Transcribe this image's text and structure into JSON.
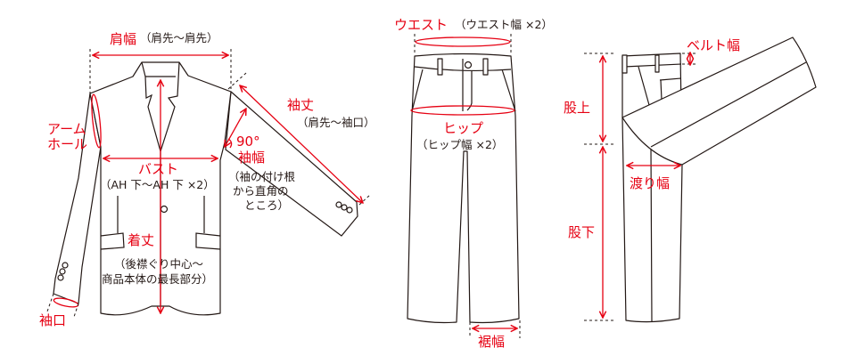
{
  "colors": {
    "measure": "#e60012",
    "outline": "#231815"
  },
  "jacket": {
    "shoulder": {
      "label": "肩幅",
      "note": "（肩先〜肩先）"
    },
    "armhole": {
      "label_line1": "アーム",
      "label_line2": "ホール"
    },
    "cuff": {
      "label": "袖口"
    },
    "bust": {
      "label": "バスト",
      "note": "（AH 下〜AH 下 ×2）"
    },
    "length": {
      "label": "着丈",
      "note_line1": "（後襟ぐり中心〜",
      "note_line2": "商品本体の最長部分）"
    },
    "sleeve_width": {
      "angle": "90°",
      "label": "袖幅",
      "note_line1": "（袖の付け根",
      "note_line2": "から直角の",
      "note_line3": "ところ）"
    },
    "sleeve_length": {
      "label": "袖丈",
      "note": "（肩先〜袖口）"
    }
  },
  "pants": {
    "waist": {
      "label": "ウエスト",
      "note": "（ウエスト幅 ×2）"
    },
    "hip": {
      "label": "ヒップ",
      "note": "（ヒップ幅 ×2）"
    },
    "hem": {
      "label": "裾幅"
    },
    "rise": {
      "label": "股上"
    },
    "inseam": {
      "label": "股下"
    },
    "belt": {
      "label": "ベルト幅"
    },
    "thigh": {
      "label": "渡り幅"
    }
  }
}
